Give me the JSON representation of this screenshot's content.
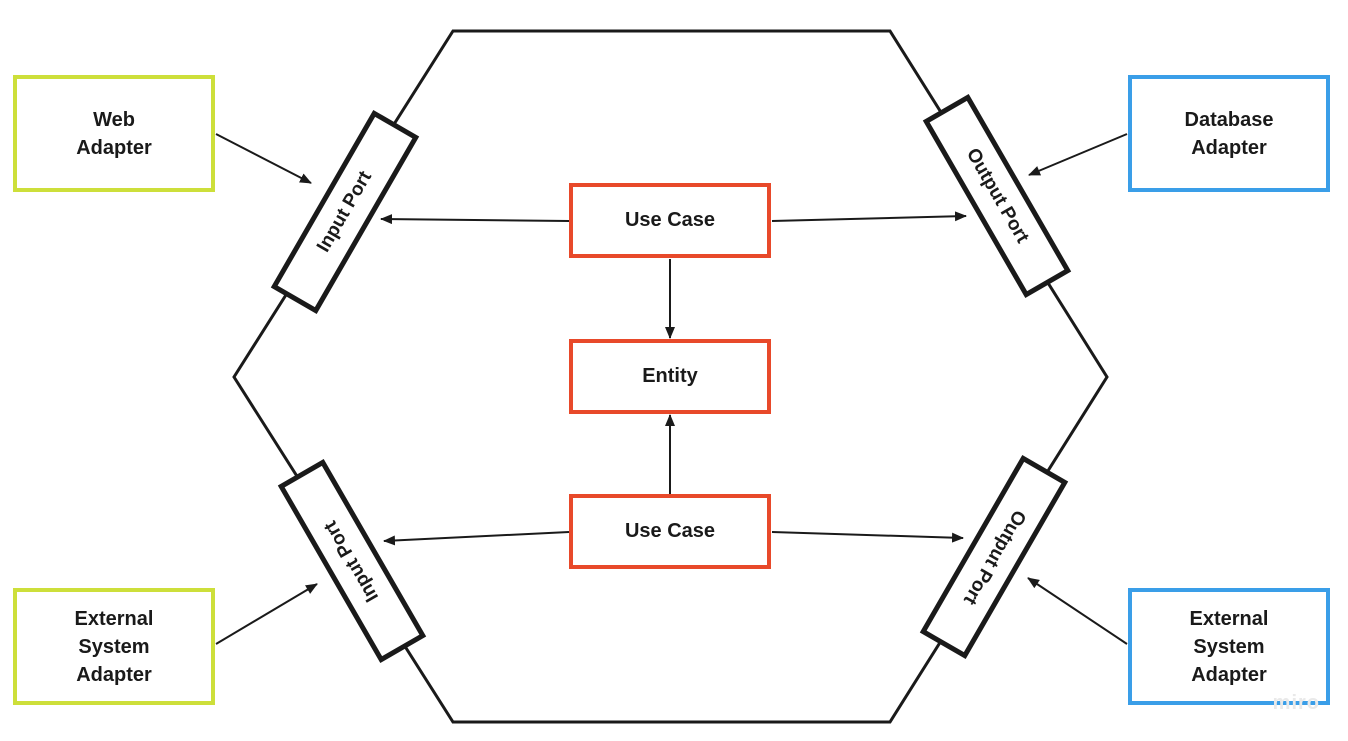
{
  "colors": {
    "adapter_input_border": "#cddf3a",
    "adapter_output_border": "#3a9ee8",
    "core_border": "#e8492a",
    "port_border": "#1a1a1a",
    "line": "#1a1a1a"
  },
  "adapters": {
    "web": "Web\nAdapter",
    "database": "Database\nAdapter",
    "external_left": "External\nSystem\nAdapter",
    "external_right": "External\nSystem\nAdapter"
  },
  "ports": {
    "input_top": "Input Port",
    "input_bottom": "Input Port",
    "output_top": "Output Port",
    "output_bottom": "Output Port"
  },
  "core": {
    "use_case_top": "Use Case",
    "entity": "Entity",
    "use_case_bottom": "Use Case"
  },
  "watermark": "miro"
}
